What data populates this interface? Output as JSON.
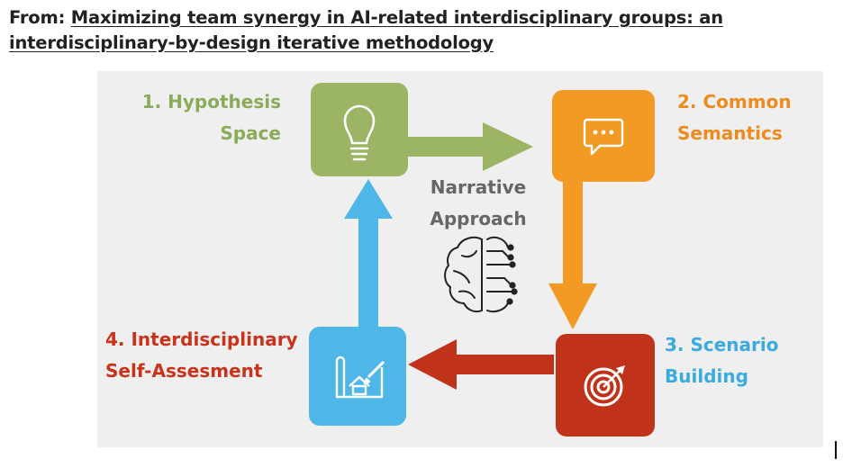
{
  "header": {
    "prefix": "From: ",
    "title": "Maximizing team synergy in AI-related interdisciplinary groups: an interdisciplinary-by-design iterative methodology"
  },
  "diagram": {
    "center": {
      "line1": "Narrative",
      "line2": "Approach",
      "icon": "brain-circuit-icon"
    },
    "steps": [
      {
        "line1": "1. Hypothesis",
        "line2": "Space",
        "icon": "lightbulb-icon",
        "color": "#9bb565"
      },
      {
        "line1": "2. Common",
        "line2": "Semantics",
        "icon": "speech-bubble-icon",
        "color": "#f39a24"
      },
      {
        "line1": "3. Scenario",
        "line2": "Building",
        "icon": "target-icon",
        "color": "#c0331a"
      },
      {
        "line1": "4. Interdisciplinary",
        "line2": "Self-Assesment",
        "icon": "blueprint-icon",
        "color": "#4fb6e8"
      }
    ]
  }
}
